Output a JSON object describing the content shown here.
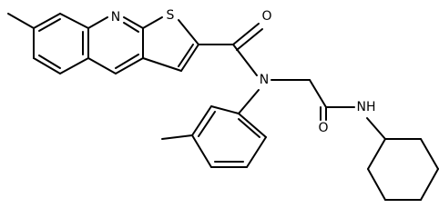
{
  "atoms": {
    "n_quinoline": "N",
    "s_thiophene": "S",
    "o_amide": "O",
    "n_amide": "N",
    "o_glycine": "O",
    "n_cyclohexyl": "NH"
  },
  "colors": {
    "bond": "#000000",
    "label": "#000000",
    "background": "#ffffff"
  }
}
